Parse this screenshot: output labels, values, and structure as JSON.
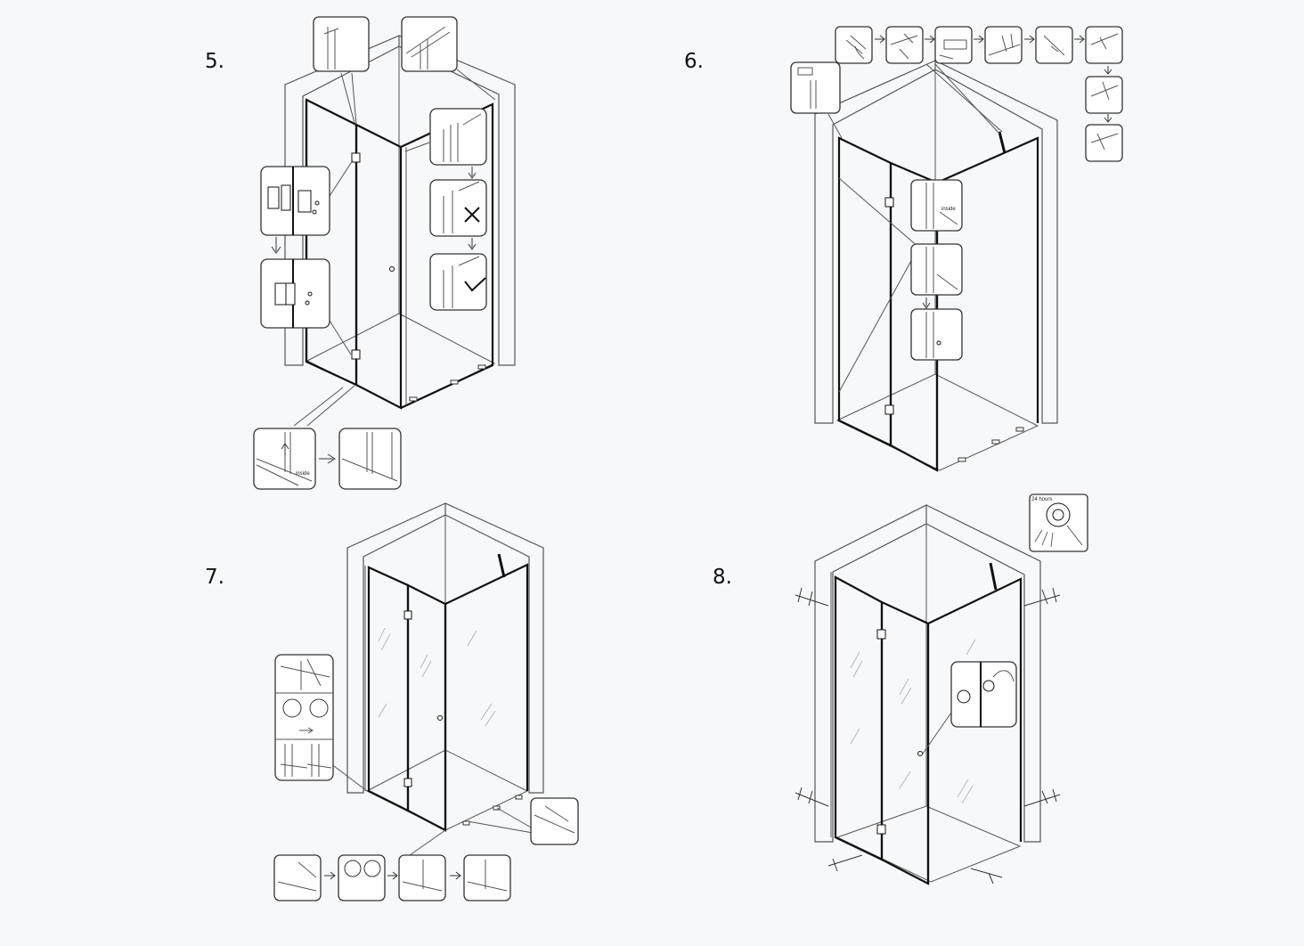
{
  "steps": {
    "s5": "5.",
    "s6": "6.",
    "s7": "7.",
    "s8": "8."
  },
  "labels": {
    "inside_5": "inside",
    "inside_6": "inside",
    "hours": "24 hours"
  },
  "colors": {
    "background": "#f7f8fa",
    "line": "#111111",
    "inset_fill": "#ffffff"
  }
}
